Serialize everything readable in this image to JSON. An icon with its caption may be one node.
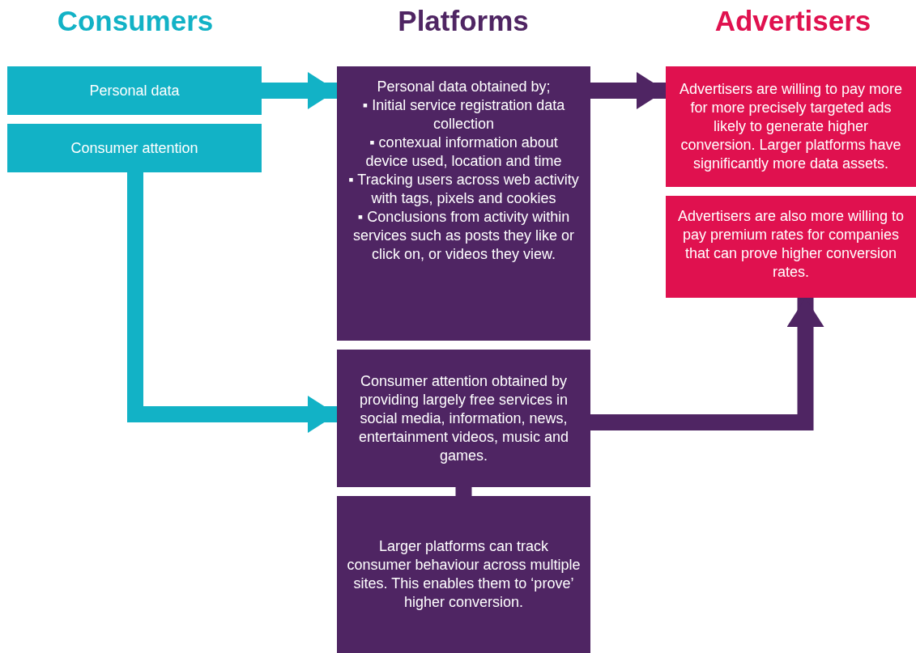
{
  "diagram": {
    "nodes": [
      {
        "text": [
          "Personal data"
        ]
      },
      {
        "text": [
          "Consumer attention"
        ]
      },
      {
        "text": [
          "Personal data obtained by;",
          "▪ Initial service registration data collection",
          "▪ contexual information about device used, location and time",
          "▪ Tracking users across web activity with tags, pixels and cookies",
          "▪ Conclusions from activity within services such as posts they like or click on, or videos they view."
        ]
      },
      {
        "text": [
          "Consumer attention obtained by providing largely free services in social media, information, news, entertainment videos, music and games."
        ]
      },
      {
        "text": [
          "Larger platforms can track consumer behaviour across multiple sites. This enables them to ‘prove’ higher conversion."
        ]
      },
      {
        "text": [
          "Advertisers are willing to pay more for more precisely targeted ads likely to generate higher conversion. Larger platforms have significantly more data assets."
        ]
      },
      {
        "text": [
          "Advertisers are also more willing to pay premium rates for companies that can prove higher conversion rates."
        ]
      }
    ],
    "edges": [
      {
        "from": 0,
        "to": 2,
        "arrow": "to",
        "color": "#12b2c6"
      },
      {
        "from": 1,
        "to": 3,
        "arrow": "to",
        "color": "#12b2c6"
      },
      {
        "from": 2,
        "to": 5,
        "arrow": "to"
      },
      {
        "from": 3,
        "to": 6,
        "arrow": "to"
      },
      {
        "from": 3,
        "to": 4,
        "arrow": "none"
      }
    ],
    "labels": [
      "Consumers",
      "Platforms",
      "Advertisers"
    ]
  }
}
